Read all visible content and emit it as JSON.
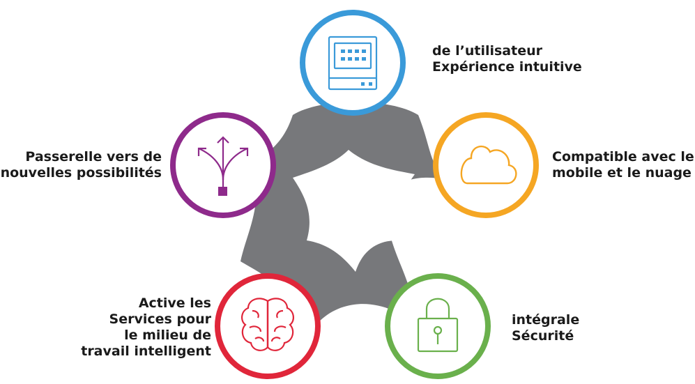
{
  "nodes": {
    "top": {
      "lines": [
        "de l’utilisateur",
        "Expérience intuitive"
      ],
      "color": "#3a9ad9",
      "icon": "monitor-keypad-icon"
    },
    "right": {
      "lines": [
        "Compatible avec le",
        "mobile et le nuage"
      ],
      "color": "#f5a623",
      "icon": "cloud-icon"
    },
    "bottom_right": {
      "lines": [
        "intégrale",
        "Sécurité"
      ],
      "color": "#6ab04c",
      "icon": "padlock-icon"
    },
    "bottom_left": {
      "lines": [
        "Active les",
        "Services pour",
        "le milieu de",
        "travail intelligent"
      ],
      "color": "#e0263a",
      "icon": "brain-icon"
    },
    "left": {
      "lines": [
        "Passerelle vers de",
        "nouvelles possibilités"
      ],
      "color": "#8e2a8b",
      "icon": "branching-arrows-icon"
    }
  },
  "hub_color": "#77787b"
}
